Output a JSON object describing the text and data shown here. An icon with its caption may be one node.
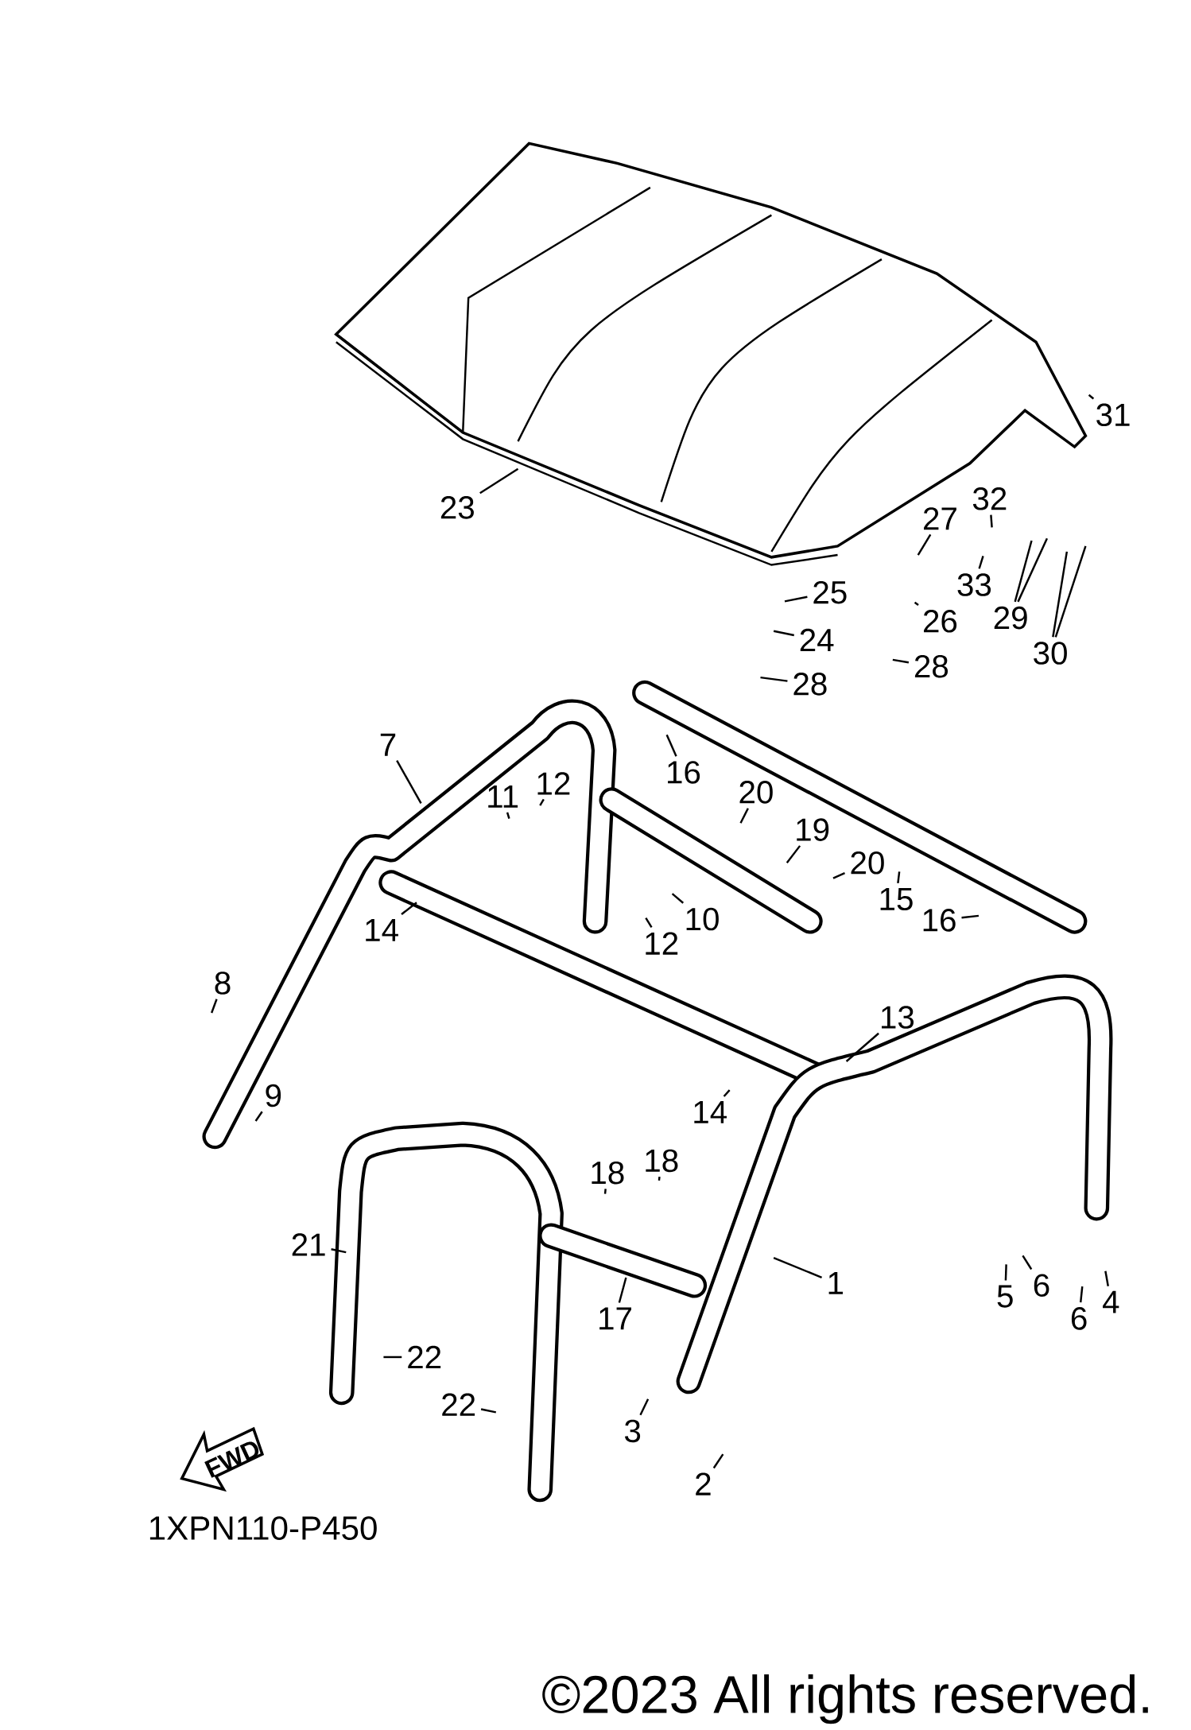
{
  "diagram": {
    "nodes": [
      {
        "text": [
          "23"
        ]
      },
      {
        "text": [
          "31"
        ]
      },
      {
        "text": [
          "32"
        ]
      },
      {
        "text": [
          "33"
        ]
      },
      {
        "text": [
          "27"
        ]
      },
      {
        "text": [
          "29"
        ]
      },
      {
        "text": [
          "30"
        ]
      },
      {
        "text": [
          "25"
        ]
      },
      {
        "text": [
          "24"
        ]
      },
      {
        "text": [
          "26"
        ]
      },
      {
        "text": [
          "28"
        ]
      },
      {
        "text": [
          "28"
        ]
      },
      {
        "text": [
          "7"
        ]
      },
      {
        "text": [
          "16"
        ]
      },
      {
        "text": [
          "12"
        ]
      },
      {
        "text": [
          "11"
        ]
      },
      {
        "text": [
          "20"
        ]
      },
      {
        "text": [
          "19"
        ]
      },
      {
        "text": [
          "20"
        ]
      },
      {
        "text": [
          "15"
        ]
      },
      {
        "text": [
          "10"
        ]
      },
      {
        "text": [
          "12"
        ]
      },
      {
        "text": [
          "14"
        ]
      },
      {
        "text": [
          "16"
        ]
      },
      {
        "text": [
          "8"
        ]
      },
      {
        "text": [
          "9"
        ]
      },
      {
        "text": [
          "13"
        ]
      },
      {
        "text": [
          "14"
        ]
      },
      {
        "text": [
          "18"
        ]
      },
      {
        "text": [
          "18"
        ]
      },
      {
        "text": [
          "21"
        ]
      },
      {
        "text": [
          "1"
        ]
      },
      {
        "text": [
          "17"
        ]
      },
      {
        "text": [
          "5"
        ]
      },
      {
        "text": [
          "6"
        ]
      },
      {
        "text": [
          "6"
        ]
      },
      {
        "text": [
          "4"
        ]
      },
      {
        "text": [
          "22"
        ]
      },
      {
        "text": [
          "22"
        ]
      },
      {
        "text": [
          "3"
        ]
      },
      {
        "text": [
          "2"
        ]
      }
    ],
    "edges": [
      {
        "from": 0,
        "to": null,
        "arrow": "none"
      },
      {
        "from": 1,
        "to": null,
        "arrow": "none"
      },
      {
        "from": 2,
        "to": null,
        "arrow": "none"
      },
      {
        "from": 3,
        "to": null,
        "arrow": "none"
      },
      {
        "from": 4,
        "to": null,
        "arrow": "none"
      },
      {
        "from": 5,
        "to": null,
        "arrow": "none"
      },
      {
        "from": 5,
        "to": null,
        "arrow": "none"
      },
      {
        "from": 6,
        "to": null,
        "arrow": "none"
      },
      {
        "from": 6,
        "to": null,
        "arrow": "none"
      },
      {
        "from": 7,
        "to": null,
        "arrow": "none"
      },
      {
        "from": 8,
        "to": null,
        "arrow": "none"
      },
      {
        "from": 9,
        "to": null,
        "arrow": "none"
      },
      {
        "from": 10,
        "to": null,
        "arrow": "none"
      },
      {
        "from": 11,
        "to": null,
        "arrow": "none"
      },
      {
        "from": 12,
        "to": null,
        "arrow": "none"
      },
      {
        "from": 13,
        "to": null,
        "arrow": "none"
      },
      {
        "from": 14,
        "to": null,
        "arrow": "none"
      },
      {
        "from": 15,
        "to": null,
        "arrow": "none"
      },
      {
        "from": 16,
        "to": null,
        "arrow": "none"
      },
      {
        "from": 17,
        "to": null,
        "arrow": "none"
      },
      {
        "from": 18,
        "to": null,
        "arrow": "none"
      },
      {
        "from": 19,
        "to": null,
        "arrow": "none"
      },
      {
        "from": 20,
        "to": null,
        "arrow": "none"
      },
      {
        "from": 21,
        "to": null,
        "arrow": "none"
      },
      {
        "from": 22,
        "to": null,
        "arrow": "none"
      },
      {
        "from": 23,
        "to": null,
        "arrow": "none"
      },
      {
        "from": 24,
        "to": null,
        "arrow": "none"
      },
      {
        "from": 25,
        "to": null,
        "arrow": "none"
      },
      {
        "from": 26,
        "to": null,
        "arrow": "none"
      },
      {
        "from": 27,
        "to": null,
        "arrow": "none"
      },
      {
        "from": 28,
        "to": null,
        "arrow": "none"
      },
      {
        "from": 29,
        "to": null,
        "arrow": "none"
      },
      {
        "from": 30,
        "to": null,
        "arrow": "none"
      },
      {
        "from": 31,
        "to": null,
        "arrow": "none"
      },
      {
        "from": 32,
        "to": null,
        "arrow": "none"
      },
      {
        "from": 33,
        "to": null,
        "arrow": "none"
      },
      {
        "from": 34,
        "to": null,
        "arrow": "none"
      },
      {
        "from": 35,
        "to": null,
        "arrow": "none"
      },
      {
        "from": 36,
        "to": null,
        "arrow": "none"
      },
      {
        "from": 37,
        "to": null,
        "arrow": "none"
      },
      {
        "from": 38,
        "to": null,
        "arrow": "none"
      },
      {
        "from": 39,
        "to": null,
        "arrow": "none"
      },
      {
        "from": 40,
        "to": null,
        "arrow": "none"
      }
    ],
    "labels": [
      "FWD",
      "1XPN110-P450",
      "©2023 All rights reserved."
    ]
  }
}
